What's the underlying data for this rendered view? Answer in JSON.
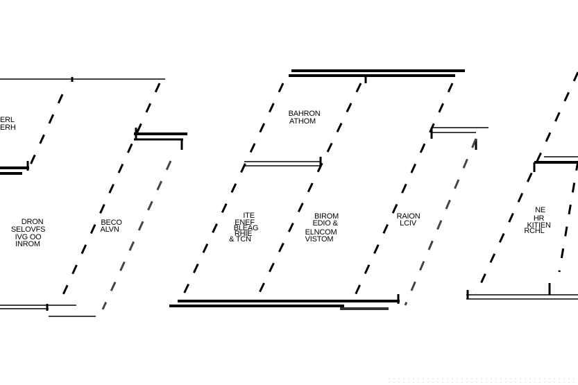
{
  "rooms": [
    {
      "id": "r1",
      "lines": [
        "ERL",
        "ERH"
      ]
    },
    {
      "id": "r2",
      "lines": [
        "BAHRON",
        "ATHOM"
      ]
    },
    {
      "id": "r3",
      "lines": [
        "DRON",
        "SELOVFS",
        "IVG OO",
        "INROM"
      ]
    },
    {
      "id": "r4",
      "lines": [
        "BECO",
        "ALVN"
      ]
    },
    {
      "id": "r5",
      "lines": [
        "ITE",
        "ENEF",
        "BLEAG",
        "RHIE",
        "& TCN"
      ]
    },
    {
      "id": "r6",
      "lines": [
        "BIROM",
        "EDIO &",
        "ELNCOM",
        "VISTOM"
      ]
    },
    {
      "id": "r7",
      "lines": [
        "RAION",
        "LCIV"
      ]
    },
    {
      "id": "r8",
      "lines": [
        "NE",
        "HR",
        "KITIEN",
        "RCHL"
      ]
    }
  ]
}
